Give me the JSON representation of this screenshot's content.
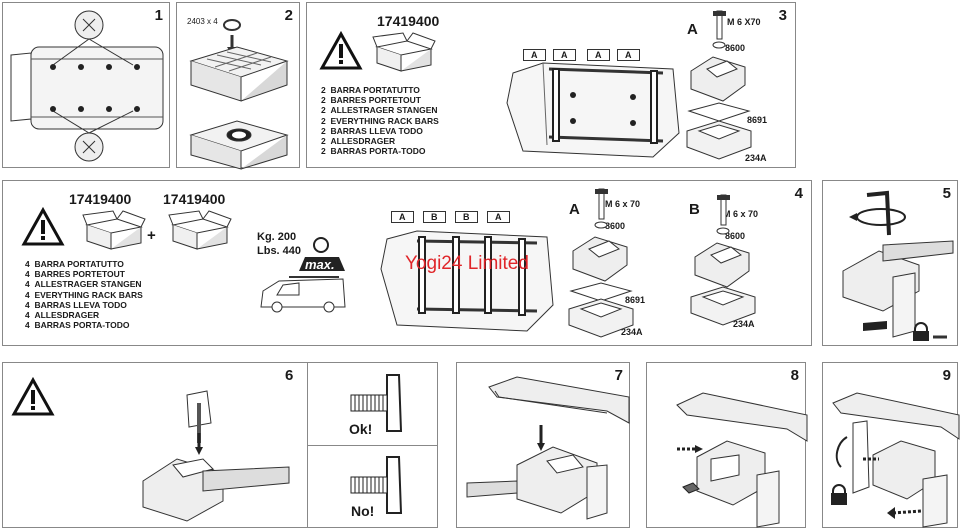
{
  "panels": {
    "p1": {
      "number": "1"
    },
    "p2": {
      "number": "2",
      "note": "2403 x 4"
    },
    "p3": {
      "number": "3",
      "code": "17419400",
      "items": [
        {
          "qty": "2",
          "text": "BARRA PORTATUTTO"
        },
        {
          "qty": "2",
          "text": "BARRES PORTETOUT"
        },
        {
          "qty": "2",
          "text": "ALLESTRAGER STANGEN"
        },
        {
          "qty": "2",
          "text": "EVERYTHING RACK BARS"
        },
        {
          "qty": "2",
          "text": "BARRAS LLEVA TODO"
        },
        {
          "qty": "2",
          "text": "ALLESDRAGER"
        },
        {
          "qty": "2",
          "text": "BARRAS PORTA-TODO"
        }
      ],
      "bar_labels": [
        "A",
        "A",
        "A",
        "A"
      ],
      "variant": "A",
      "bolt": "M 6 X70",
      "washer": "8600",
      "pad": "8691",
      "foot": "234A"
    },
    "p4": {
      "number": "4",
      "code1": "17419400",
      "code2": "17419400",
      "plus": "+",
      "items": [
        {
          "qty": "4",
          "text": "BARRA PORTATUTTO"
        },
        {
          "qty": "4",
          "text": "BARRES PORTETOUT"
        },
        {
          "qty": "4",
          "text": "ALLESTRAGER STANGEN"
        },
        {
          "qty": "4",
          "text": "EVERYTHING RACK BARS"
        },
        {
          "qty": "4",
          "text": "BARRAS LLEVA TODO"
        },
        {
          "qty": "4",
          "text": "ALLESDRAGER"
        },
        {
          "qty": "4",
          "text": "BARRAS PORTA-TODO"
        }
      ],
      "load_kg": "Kg.  200",
      "load_lbs": "Lbs. 440",
      "max_label": "max.",
      "bar_labels": [
        "A",
        "B",
        "B",
        "A"
      ],
      "variant_a": {
        "label": "A",
        "bolt": "M 6 x 70",
        "washer": "8600",
        "pad": "8691",
        "foot": "234A"
      },
      "variant_b": {
        "label": "B",
        "bolt": "M 6 x 70",
        "washer": "8600",
        "foot": "234A"
      },
      "watermark": "Yogi24 Limited"
    },
    "p5": {
      "number": "5"
    },
    "p6": {
      "number": "6",
      "ok": "Ok!",
      "no": "No!"
    },
    "p7": {
      "number": "7"
    },
    "p8": {
      "number": "8"
    },
    "p9": {
      "number": "9"
    }
  }
}
